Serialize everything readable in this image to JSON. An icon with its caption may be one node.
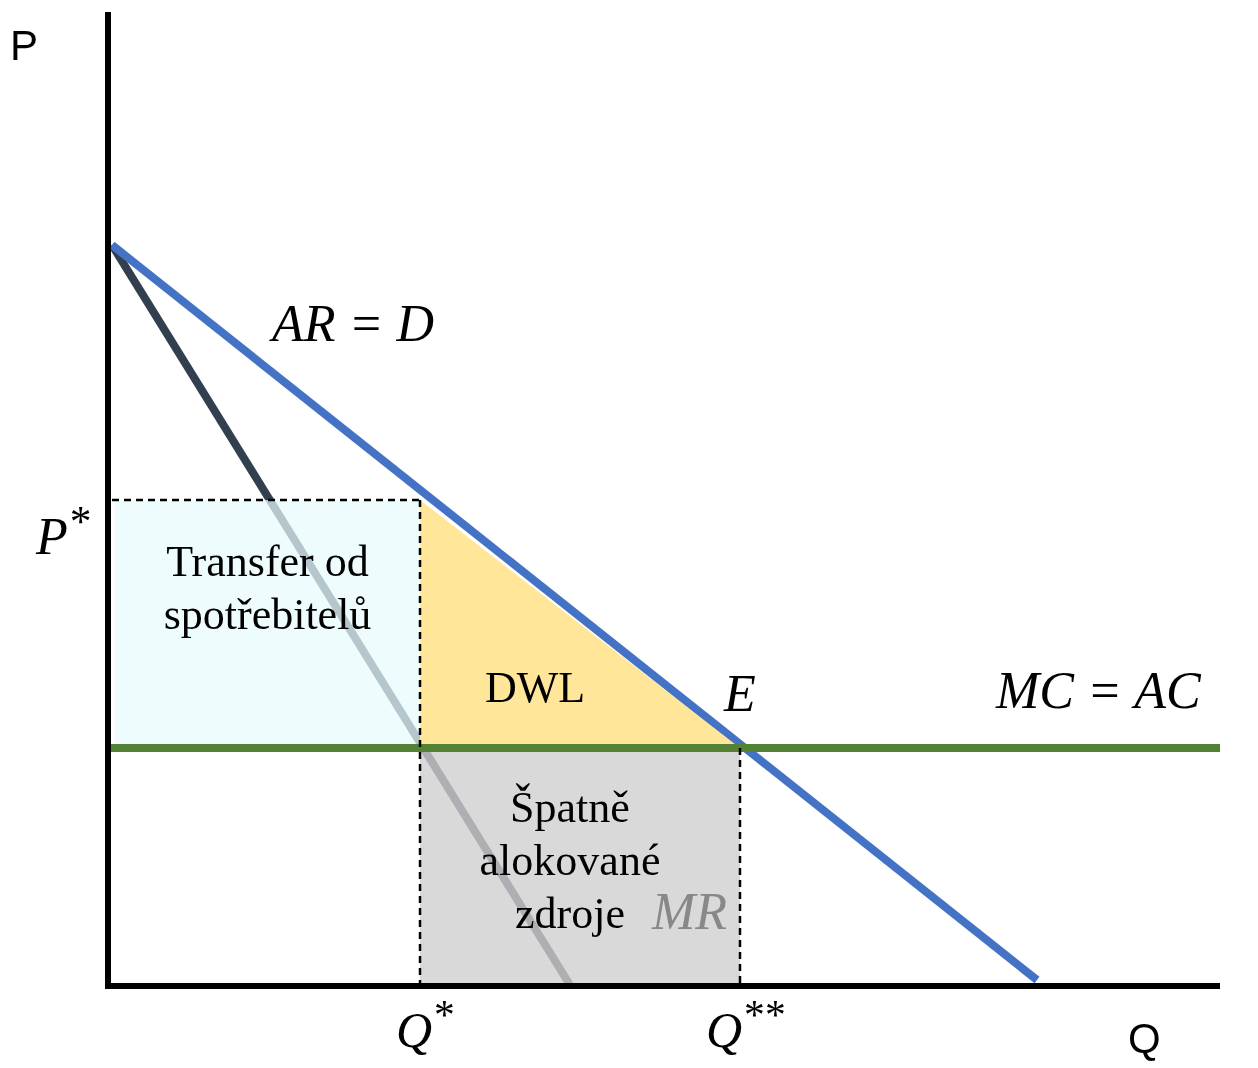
{
  "diagram": {
    "nodes": [
      {
        "text": [
          "Transfer od spotřebitelů"
        ]
      },
      {
        "text": [
          "DWL"
        ]
      },
      {
        "text": [
          "Špatně alokované zdroje"
        ]
      }
    ],
    "labels": [
      "P",
      "AR = D",
      "P$^{*}$",
      "E",
      "MC = AC",
      "MR",
      "Q$^{*}$",
      "Q$^{**}$",
      "Q"
    ]
  }
}
